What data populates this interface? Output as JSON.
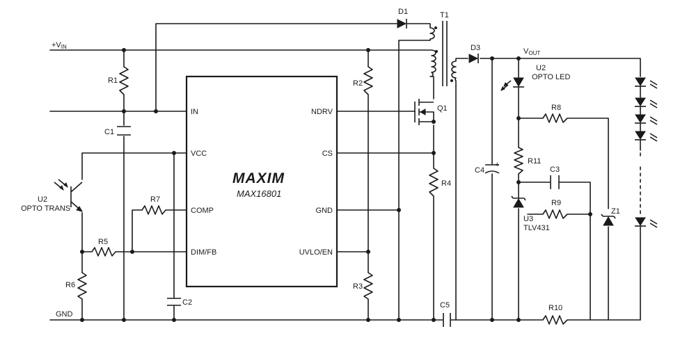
{
  "ic": {
    "logo": "MAXIM",
    "part": "MAX16801",
    "pins_left": [
      "IN",
      "VCC",
      "COMP",
      "DIM/FB"
    ],
    "pins_right": [
      "NDRV",
      "CS",
      "GND",
      "UVLO/EN"
    ]
  },
  "nets": {
    "vin": "+V",
    "vin_sub": "IN",
    "vout": "V",
    "vout_sub": "OUT",
    "gnd": "GND"
  },
  "components": {
    "r1": "R1",
    "r2": "R2",
    "r3": "R3",
    "r4": "R4",
    "r5": "R5",
    "r6": "R6",
    "r7": "R7",
    "r8": "R8",
    "r9": "R9",
    "r10": "R10",
    "r11": "R11",
    "c1": "C1",
    "c2": "C2",
    "c3": "C3",
    "c4": "C4",
    "c5": "C5",
    "d1": "D1",
    "d3": "D3",
    "t1": "T1",
    "q1": "Q1",
    "z1": "Z1",
    "u2_top": "U2",
    "u2_top_desc": "OPTO LED",
    "u2_left": "U2",
    "u2_left_desc": "OPTO TRANS",
    "u3": "U3",
    "u3_desc": "TLV431",
    "c4_polarity": "+"
  }
}
